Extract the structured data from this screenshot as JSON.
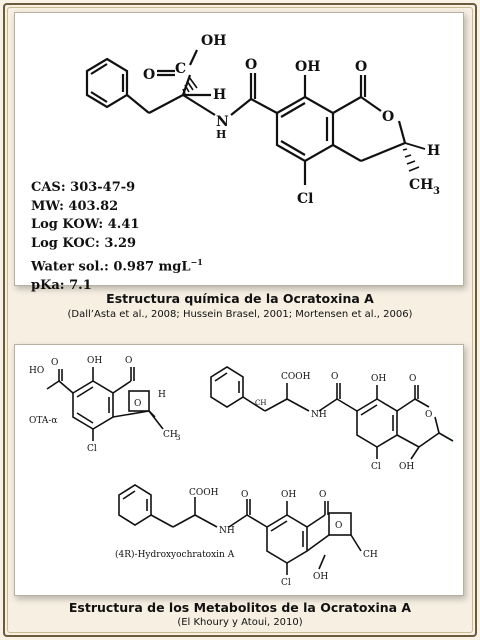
{
  "figure1": {
    "properties": {
      "cas": "CAS: 303-47-9",
      "mw": "MW: 403.82",
      "logkow": "Log KOW: 4.41",
      "logkoc": "Log KOC: 3.29",
      "water_sol": "Water sol.: 0.987 mgL",
      "water_sol_exp": "−1",
      "pka": "pKa: 7.1"
    },
    "caption": "Estructura química de la Ocratoxina A",
    "citation": "(Dall’Asta et al., 2008; Hussein Brasel, 2001; Mortensen et al., 2006)"
  },
  "figure2": {
    "labels": {
      "ota_alpha": "OTA-α",
      "hydroxy": "(4R)-Hydroxyochratoxin A"
    },
    "caption": "Estructura de los Metabolitos de la Ocratoxina A",
    "citation": "(El Khoury y Atoui, 2010)"
  }
}
